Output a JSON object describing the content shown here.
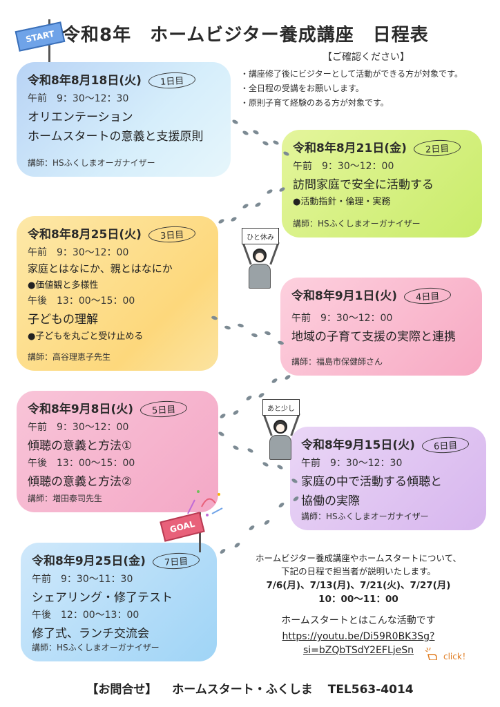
{
  "header": {
    "start_label": "START",
    "title": "令和8年　ホームビジター養成講座　日程表"
  },
  "notice": {
    "heading": "【ご確認ください】",
    "lines": [
      "・講座修了後にビジターとして活動ができる方が対象です。",
      "・全日程の受講をお願いします。",
      "・原則子育て経験のある方が対象です。"
    ]
  },
  "sessions": [
    {
      "date": "令和8年8月18日(火)",
      "day": "1日目",
      "time1": "午前　9：30〜12：30",
      "subject1": "オリエンテーション",
      "subject1b": "ホームスタートの意義と支援原則",
      "lecturer": "講師：HSふくしまオーガナイザー"
    },
    {
      "date": "令和8年8月21日(金)",
      "day": "2日目",
      "time1": "午前　9：30〜12：00",
      "subject1": "訪問家庭で安全に活動する",
      "sub1": "●活動指針・倫理・実務",
      "lecturer": "講師：HSふくしまオーガナイザー"
    },
    {
      "date": "令和8年8月25日(火)",
      "day": "3日目",
      "time1": "午前　9：30〜12：00",
      "subject1": "家庭とはなにか、親とはなにか",
      "sub1": "●価値観と多様性",
      "time2": "午後　13：00〜15：00",
      "subject2": "子どもの理解",
      "sub2": "●子どもを丸ごと受け止める",
      "lecturer": "講師：高谷理恵子先生"
    },
    {
      "date": "令和8年9月1日(火)",
      "day": "4日目",
      "time1": "午前　9：30〜12：00",
      "subject1": "地域の子育て支援の実際と連携",
      "lecturer": "講師：福島市保健師さん"
    },
    {
      "date": "令和8年9月8日(火)",
      "day": "5日目",
      "time1": "午前　9：30〜12：00",
      "subject1": "傾聴の意義と方法①",
      "time2": "午後　13：00〜15：00",
      "subject2": "傾聴の意義と方法②",
      "lecturer": "講師：増田泰司先生"
    },
    {
      "date": "令和8年9月15日(火)",
      "day": "6日目",
      "time1": "午前　9：30〜12：30",
      "subject1": "家庭の中で活動する傾聴と",
      "subject1b": "協働の実際",
      "lecturer": "講師：HSふくしまオーガナイザー"
    },
    {
      "date": "令和8年9月25日(金)",
      "day": "7日目",
      "time1": "午前　9：30〜11：30",
      "subject1": "シェアリング・修了テスト",
      "time2": "午後　12：00〜13：00",
      "subject2": "修了式、ランチ交流会",
      "lecturer": "講師：HSふくしまオーガナイザー"
    }
  ],
  "signs": {
    "break": "ひと休み",
    "almost": "あと少し",
    "goal": "GOAL"
  },
  "info": {
    "line1": "ホームビジター養成講座やホームスタートについて、",
    "line2": "下記の日程で担当者が説明いたします。",
    "dates": "7/6(月)、7/13(月)、7/21(火)、7/27(月)",
    "time": "10：00〜11：00",
    "hs_intro": "ホームスタートとはこんな活動です",
    "url1": "https://youtu.be/Di59R0BK3Sg?",
    "url2": "si=bZQbTSdY2EFLjeSn",
    "click": "click！"
  },
  "footer": {
    "label": "【お問合せ】",
    "org": "ホームスタート・ふくしま",
    "tel": "TEL563-4014"
  }
}
